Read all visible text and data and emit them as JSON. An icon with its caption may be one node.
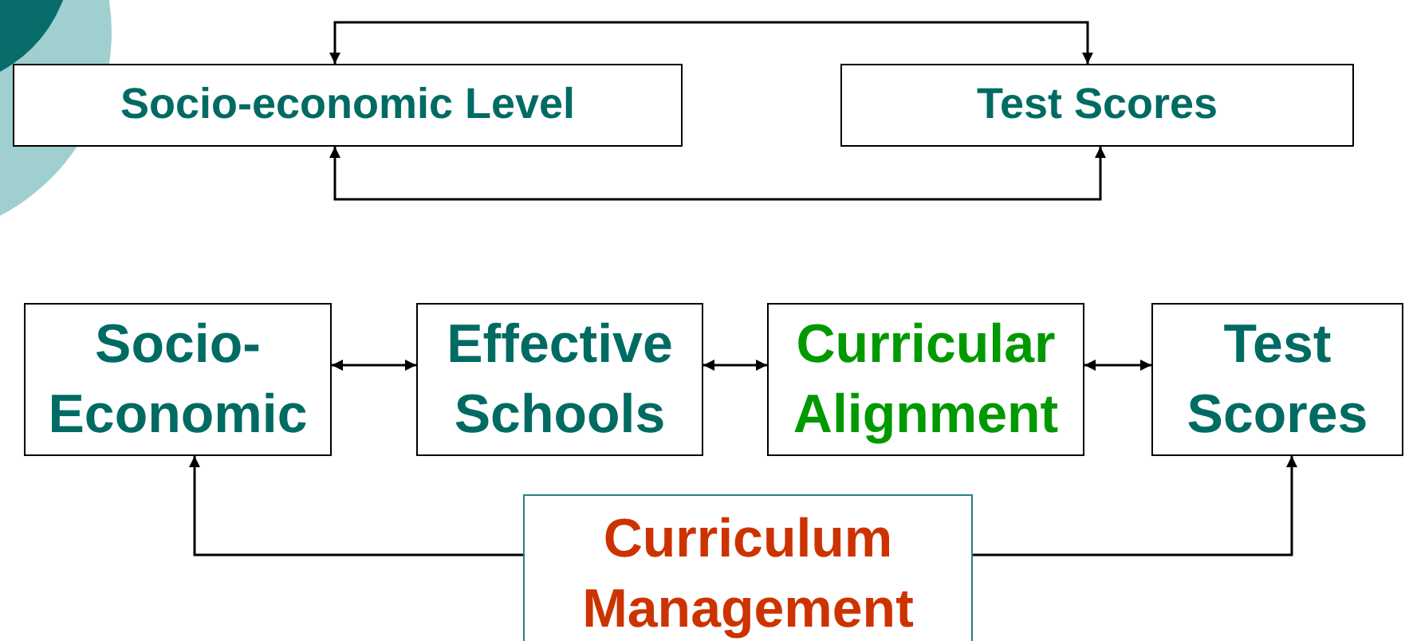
{
  "diagram": {
    "nodes": [
      {
        "text": [
          "Socio-economic Level"
        ]
      },
      {
        "text": [
          "Test Scores"
        ]
      },
      {
        "text": [
          "Socio- Economic"
        ]
      },
      {
        "text": [
          "Effective Schools"
        ]
      },
      {
        "text": [
          "Curricular Alignment"
        ]
      },
      {
        "text": [
          "Test Scores"
        ]
      },
      {
        "text": [
          "Curriculum Management"
        ]
      }
    ],
    "edges": [
      {
        "from": 0,
        "to": 1,
        "arrow": "both"
      },
      {
        "from": 0,
        "to": 1,
        "arrow": "both"
      },
      {
        "from": 2,
        "to": 3,
        "arrow": "both"
      },
      {
        "from": 3,
        "to": 4,
        "arrow": "both"
      },
      {
        "from": 4,
        "to": 5,
        "arrow": "both"
      },
      {
        "from": 6,
        "to": 2,
        "arrow": "to"
      },
      {
        "from": 6,
        "to": 5,
        "arrow": "to"
      }
    ]
  }
}
